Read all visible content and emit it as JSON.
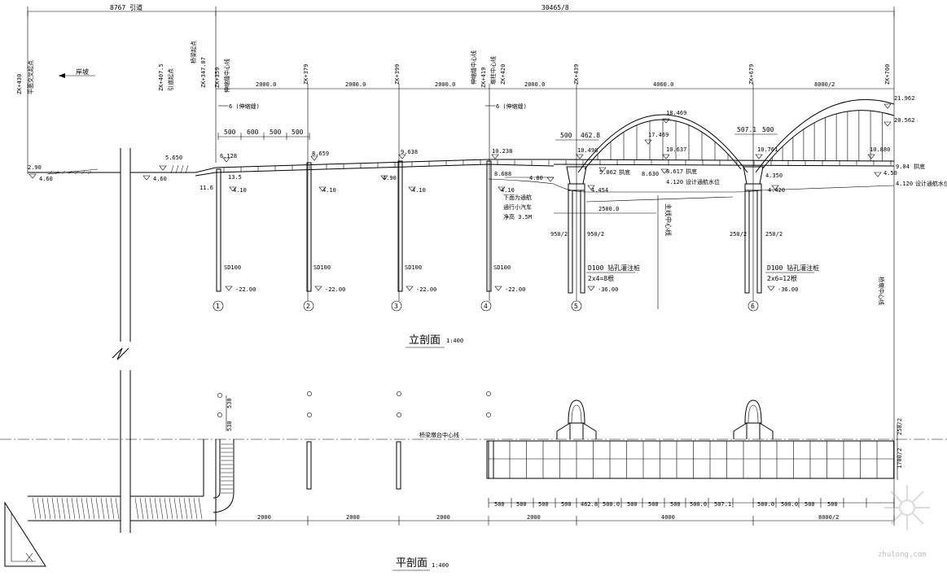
{
  "top_dims": {
    "approach": "8767 引道",
    "bridge_total": "30465/8"
  },
  "stations": {
    "s1": "平面交叉起点",
    "s1_k": "ZK+430",
    "s2": "引道起点",
    "s2_k": "ZK+407.5",
    "s3": "桥梁起点",
    "s3_k": "ZK+347.07",
    "s4": "伸缩缝中心线",
    "s4_k": "ZK+359",
    "s5": "ZK+379",
    "s6": "ZK+399",
    "s7": "伸缩缝中心线",
    "s7_k": "ZK+419",
    "s8": "墩柱中心线",
    "s8_k": "ZK+420",
    "s9": "ZK+439",
    "s10": "ZK+679",
    "s11": "ZK+700"
  },
  "bank_label": "岸坡",
  "span_dims": [
    "2000.0",
    "2000.0",
    "2000.0",
    "2000.0",
    "4060.0",
    "8000/2"
  ],
  "expansion_joints": [
    "6 (伸缩缝)",
    "6 (伸缩缝)"
  ],
  "small_dims": [
    "500",
    "600",
    "500",
    "500"
  ],
  "arch_dims": [
    "500",
    "462.8",
    "507.1",
    "500"
  ],
  "elevations": {
    "e1": "2.90",
    "e2": "4.60",
    "e3": "5.650",
    "e4": "4.90",
    "e5": "11.6",
    "e6": "6.128",
    "e7": "13.5",
    "e8": "8.659",
    "e9": "9.638",
    "e10": "10.238",
    "e11": "18.469",
    "e12": "17.469",
    "e13": "10.498",
    "e14": "10.637",
    "e15": "10.761",
    "e16": "10.880",
    "e17": "21.962",
    "e18": "20.562",
    "e19": "9.04",
    "e20": "4.80",
    "e21": "8.688",
    "e22": "8.630",
    "e23": "5.062",
    "e24": "4.454",
    "e25": "4.420",
    "e26": "4.350",
    "e27": "8.617",
    "e28": "4.10",
    "e29": "4.10",
    "e30": "4.10",
    "e31": "4.10",
    "e32": "4.50",
    "e33": "4.60"
  },
  "water": {
    "w1": "设计通航水位",
    "w1v": "4.120",
    "w2": "设计通航水位",
    "w2v": "4.120",
    "crown": "拱底",
    "crown2": "拱底",
    "crown3": "拱底"
  },
  "notes": {
    "nav": [
      "下面为通航",
      "通行小汽车",
      "净高 3.5M"
    ],
    "nav_width": "2500.0",
    "center": "主线中心线",
    "river_center": "桥墩中心线"
  },
  "piles": {
    "p1": "SD100",
    "p2": "SD100",
    "p3": "SD100",
    "p4": "SD100",
    "tip1": "-22.00",
    "tip2": "-22.00",
    "tip3": "-22.00",
    "tip4": "-22.00",
    "tip5": "-36.00",
    "tip6": "-36.00",
    "pier5_w1": "950/2",
    "pier5_w2": "950/2",
    "pier6_w1": "250/2",
    "pier6_w2": "250/2",
    "pier5_note": [
      "D100 钻孔灌注桩",
      "2x4=8根"
    ],
    "pier6_note": [
      "D100 钻孔灌注桩",
      "2x6=12根"
    ]
  },
  "pier_numbers": [
    "1",
    "2",
    "3",
    "4",
    "5",
    "6"
  ],
  "elev_title": "立剖面",
  "elev_scale": "1:400",
  "plan_title": "平剖面",
  "plan_scale": "1:400",
  "plan_center_label": "桥梁墩台中心线",
  "plan_dims_left": [
    "530",
    "530"
  ],
  "plan_dims_right": [
    "250/2",
    "1700/2"
  ],
  "plan_spans": [
    "2000",
    "2000",
    "2000",
    "2000",
    "4000",
    "8000/2"
  ],
  "plan_segments": [
    "500",
    "500",
    "500",
    "500",
    "462.8",
    "500.0",
    "500",
    "500",
    "500",
    "500.0",
    "507.1",
    "500.0",
    "500.0",
    "500",
    "500"
  ],
  "watermark": "zhulong.com"
}
